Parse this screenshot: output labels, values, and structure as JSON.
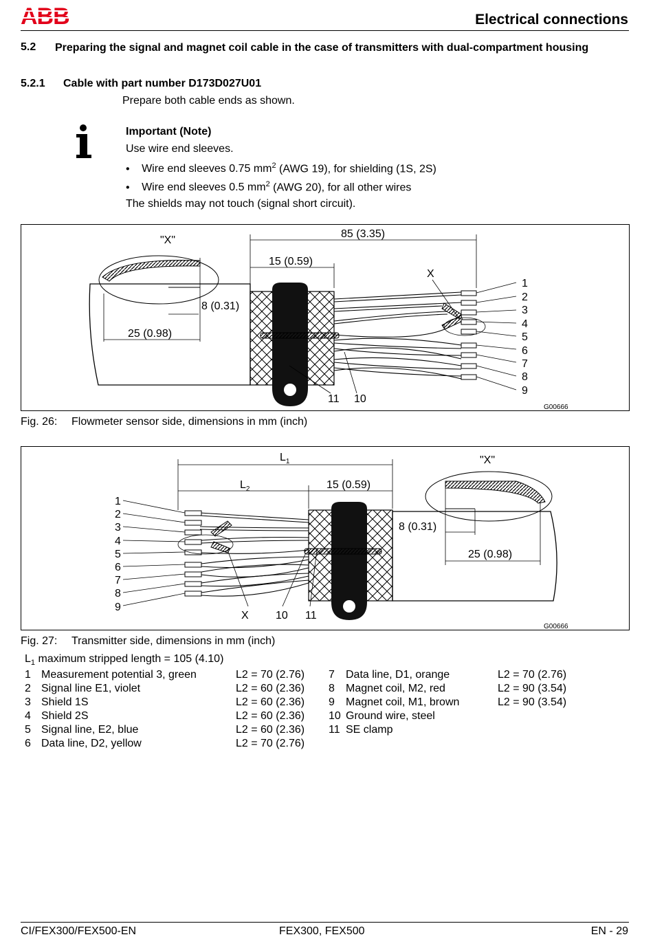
{
  "header": {
    "brand": "ABB",
    "title": "Electrical connections"
  },
  "section": {
    "number": "5.2",
    "title": "Preparing the signal and magnet coil cable in the case of transmitters with dual-compartment housing"
  },
  "subsection": {
    "number": "5.2.1",
    "title": "Cable with part number D173D027U01",
    "intro": "Prepare both cable ends as shown."
  },
  "note": {
    "heading": "Important (Note)",
    "line1": "Use wire end sleeves.",
    "bullet1_pre": "Wire end sleeves 0.75 mm",
    "bullet1_sup": "2",
    "bullet1_post": " (AWG 19), for shielding (1S, 2S)",
    "bullet2_pre": "Wire end sleeves 0.5 mm",
    "bullet2_sup": "2",
    "bullet2_post": " (AWG 20), for all other wires",
    "line2": "The shields may not touch (signal short circuit)."
  },
  "fig26": {
    "caption_label": "Fig. 26:",
    "caption_text": "Flowmeter sensor side, dimensions in mm (inch)",
    "detail_label": "\"X\"",
    "dim_total": "85 (3.35)",
    "dim_clamp": "15 (0.59)",
    "dim_strip_short": "8 (0.31)",
    "dim_strip_long": "25 (0.98)",
    "x_marker": "X",
    "wire_numbers": [
      "1",
      "2",
      "3",
      "4",
      "5",
      "6",
      "7",
      "8",
      "9"
    ],
    "label_11": "11",
    "label_10": "10",
    "code": "G00666"
  },
  "fig27": {
    "caption_label": "Fig. 27:",
    "caption_text": "Transmitter side, dimensions in mm (inch)",
    "detail_label": "\"X\"",
    "dim_l1": "L",
    "dim_l1_sub": "1",
    "dim_l2": "L",
    "dim_l2_sub": "2",
    "dim_clamp": "15 (0.59)",
    "dim_strip_short": "8 (0.31)",
    "dim_strip_long": "25 (0.98)",
    "x_marker": "X",
    "wire_numbers": [
      "1",
      "2",
      "3",
      "4",
      "5",
      "6",
      "7",
      "8",
      "9"
    ],
    "label_10": "10",
    "label_11": "11",
    "code": "G00666"
  },
  "legend": {
    "l1_symbol": "L",
    "l1_sub": "1",
    "l1_text": " maximum stripped length = 105 (4.10)",
    "left": [
      {
        "n": "1",
        "desc": "Measurement potential 3, green",
        "len": "L2 = 70 (2.76)"
      },
      {
        "n": "2",
        "desc": "Signal line E1, violet",
        "len": "L2 = 60 (2.36)"
      },
      {
        "n": "3",
        "desc": "Shield 1S",
        "len": "L2 = 60 (2.36)"
      },
      {
        "n": "4",
        "desc": "Shield 2S",
        "len": "L2 = 60 (2.36)"
      },
      {
        "n": "5",
        "desc": "Signal line, E2, blue",
        "len": "L2 = 60 (2.36)"
      },
      {
        "n": "6",
        "desc": "Data line, D2, yellow",
        "len": "L2 = 70 (2.76)"
      }
    ],
    "right": [
      {
        "n": "7",
        "desc": "Data line, D1, orange",
        "len": "L2 = 70 (2.76)"
      },
      {
        "n": "8",
        "desc": "Magnet coil, M2, red",
        "len": "L2 = 90 (3.54)"
      },
      {
        "n": "9",
        "desc": "Magnet coil, M1, brown",
        "len": "L2 = 90 (3.54)"
      },
      {
        "n": "10",
        "desc": "Ground wire, steel",
        "len": ""
      },
      {
        "n": "11",
        "desc": "SE clamp",
        "len": ""
      }
    ]
  },
  "footer": {
    "left": "CI/FEX300/FEX500-EN",
    "center": "FEX300, FEX500",
    "right": "EN - 29"
  }
}
